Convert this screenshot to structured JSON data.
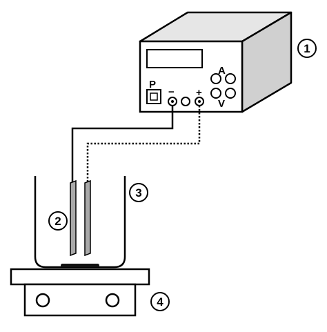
{
  "power_supply": {
    "button_label": "P",
    "minus_label": "−",
    "plus_label": "+",
    "ammeter_label": "A",
    "voltmeter_label": "V"
  },
  "callouts": [
    {
      "id": "power-supply",
      "number": "1"
    },
    {
      "id": "electrodes",
      "number": "2"
    },
    {
      "id": "beaker",
      "number": "3"
    },
    {
      "id": "stirrer",
      "number": "4"
    }
  ],
  "colors": {
    "line": "#000000",
    "box_front": "#ffffff",
    "box_top": "#e6e6e6",
    "box_side": "#d0d0d0",
    "electrode": "#a9a9a9",
    "stir_bar": "#111111",
    "background": "#ffffff"
  }
}
